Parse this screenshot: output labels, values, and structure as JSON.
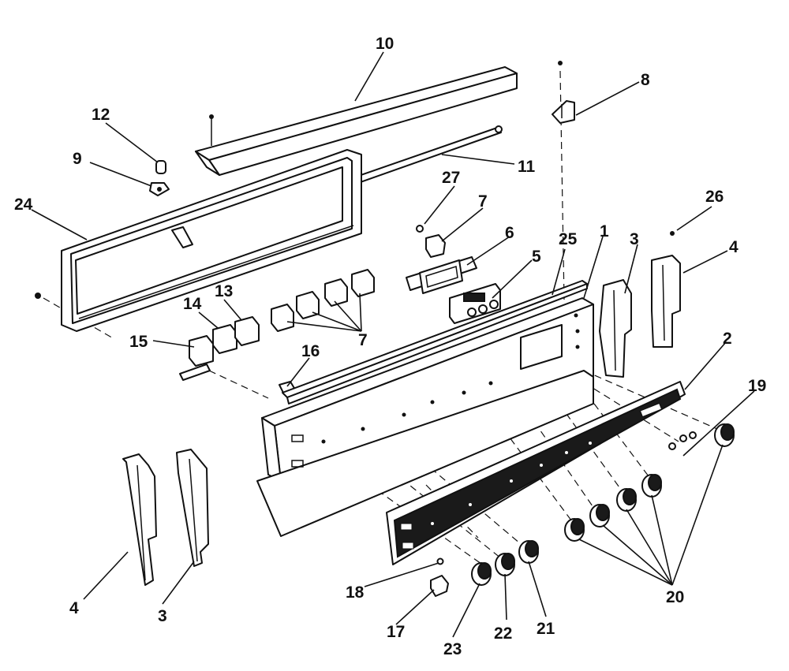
{
  "diagram": {
    "labels": {
      "p1": "1",
      "p2": "2",
      "p3a": "3",
      "p3b": "3",
      "p4a": "4",
      "p4b": "4",
      "p5": "5",
      "p6": "6",
      "p7a": "7",
      "p7b": "7",
      "p8": "8",
      "p9": "9",
      "p10": "10",
      "p11": "11",
      "p12": "12",
      "p13": "13",
      "p14": "14",
      "p15": "15",
      "p16": "16",
      "p17": "17",
      "p18": "18",
      "p19": "19",
      "p20": "20",
      "p21": "21",
      "p22": "22",
      "p23": "23",
      "p24": "24",
      "p25": "25",
      "p26": "26",
      "p27": "27"
    },
    "colors": {
      "ink": "#111111",
      "paper": "#ffffff",
      "panel_fill": "#1a1a1a"
    }
  }
}
